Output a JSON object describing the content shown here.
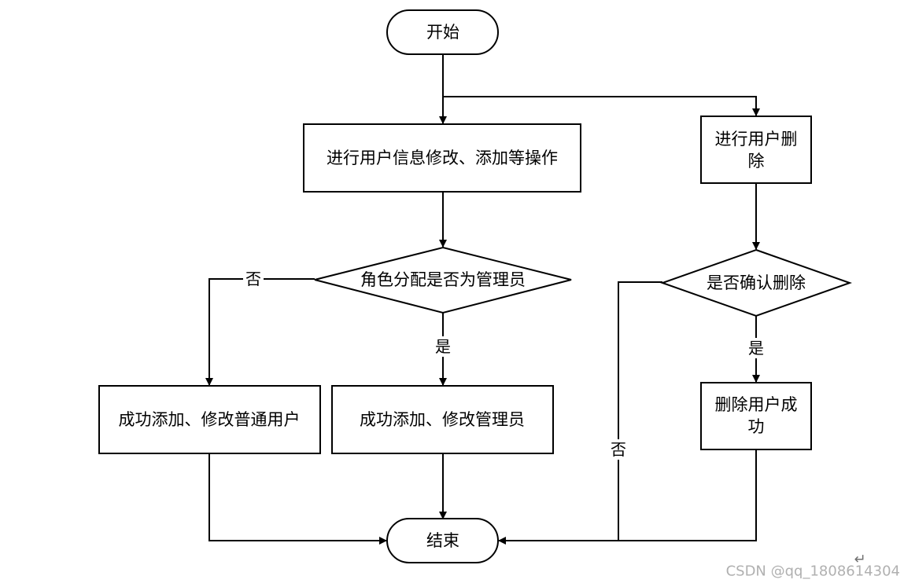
{
  "nodes": {
    "start": "开始",
    "edit_user": "进行用户信息修改、添加等操作",
    "role_check": "角色分配是否为管理员",
    "edit_normal": "成功添加、修改普通用户",
    "edit_admin": "成功添加、修改管理员",
    "delete_user_line1": "进行用户删",
    "delete_user_line2": "除",
    "confirm_delete": "是否确认删除",
    "delete_success_line1": "删除用户成",
    "delete_success_line2": "功",
    "end": "结束"
  },
  "edge_labels": {
    "role_no": "否",
    "role_yes": "是",
    "confirm_yes": "是",
    "confirm_no": "否"
  },
  "watermark": "CSDN @qq_1808614304",
  "colors": {
    "stroke": "#000000",
    "fill": "#ffffff",
    "watermark": "#b0b0b0"
  }
}
